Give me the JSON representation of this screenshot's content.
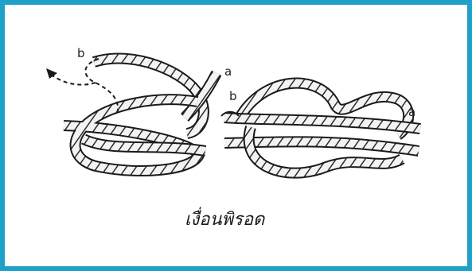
{
  "figure": {
    "left_knot": {
      "end_b": "b",
      "end_a": "a"
    },
    "right_knot": {
      "end_b": "b",
      "end_a": "a"
    },
    "caption": "เงื่อนพิรอด"
  },
  "colors": {
    "frame": "#1ea0c8",
    "rope_outline": "#1a1a1a",
    "rope_fill": "#f4f4f4"
  }
}
